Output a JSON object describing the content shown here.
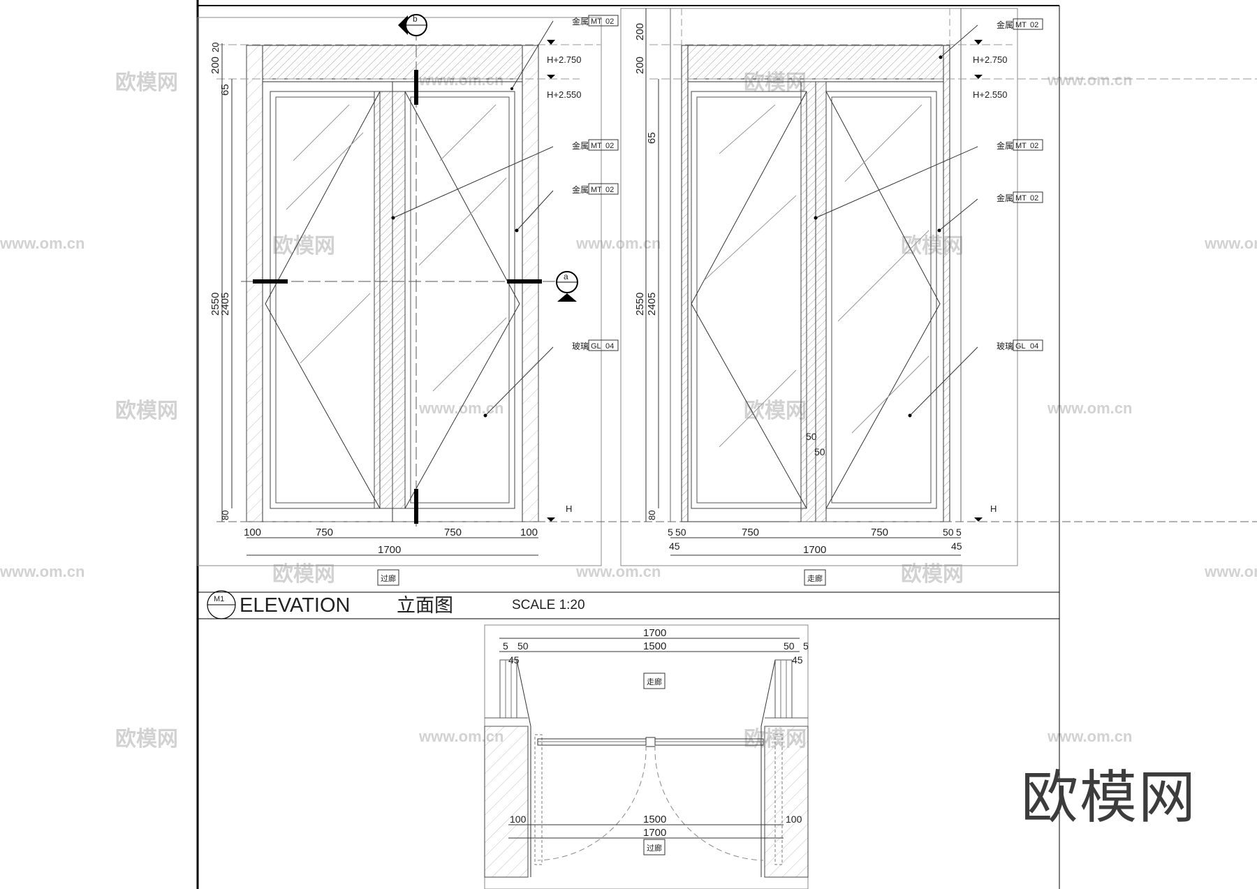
{
  "watermark": {
    "brand": "欧模网",
    "url": "www.om.cn",
    "corner_logo": "欧模网"
  },
  "elevation": {
    "circle_top": "M1",
    "title_en": "ELEVATION",
    "title_cn": "立面图",
    "scale": "SCALE  1:20"
  },
  "sections": {
    "b": "b",
    "a": "a"
  },
  "left": {
    "room": "过廊",
    "dims_v": [
      "20",
      "200",
      "65",
      "2550",
      "2405",
      "80"
    ],
    "dims_h": [
      "100",
      "750",
      "750",
      "100"
    ],
    "total": "1700",
    "levels": [
      "H+2.750",
      "H+2.550",
      "H"
    ],
    "tags": [
      {
        "name": "金属",
        "code": "MT",
        "num": "02"
      },
      {
        "name": "金属",
        "code": "MT",
        "num": "02"
      },
      {
        "name": "金属",
        "code": "MT",
        "num": "02"
      },
      {
        "name": "玻璃",
        "code": "GL",
        "num": "04"
      }
    ]
  },
  "right": {
    "room": "走廊",
    "dims_v": [
      "200",
      "200",
      "65",
      "2550",
      "2405",
      "80"
    ],
    "dims_h": [
      "5",
      "50",
      "750",
      "750",
      "50",
      "5"
    ],
    "dims_45": [
      "45",
      "45"
    ],
    "total": "1700",
    "mid_dims": [
      "50",
      "50"
    ],
    "levels": [
      "H+2.750",
      "H+2.550",
      "H"
    ],
    "tags": [
      {
        "name": "金属",
        "code": "MT",
        "num": "02"
      },
      {
        "name": "金属",
        "code": "MT",
        "num": "02"
      },
      {
        "name": "金属",
        "code": "MT",
        "num": "02"
      },
      {
        "name": "玻璃",
        "code": "GL",
        "num": "04"
      }
    ]
  },
  "plan": {
    "top_total": "1700",
    "top_inner": "1500",
    "top_left_small": [
      "5",
      "50"
    ],
    "top_right_small": [
      "50",
      "5"
    ],
    "side_45": [
      "45",
      "45"
    ],
    "room_top": "走廊",
    "bottom_inner": "1500",
    "bottom_total": "1700",
    "bottom_left": "100",
    "bottom_right": "100",
    "room_bottom": "过廊"
  }
}
